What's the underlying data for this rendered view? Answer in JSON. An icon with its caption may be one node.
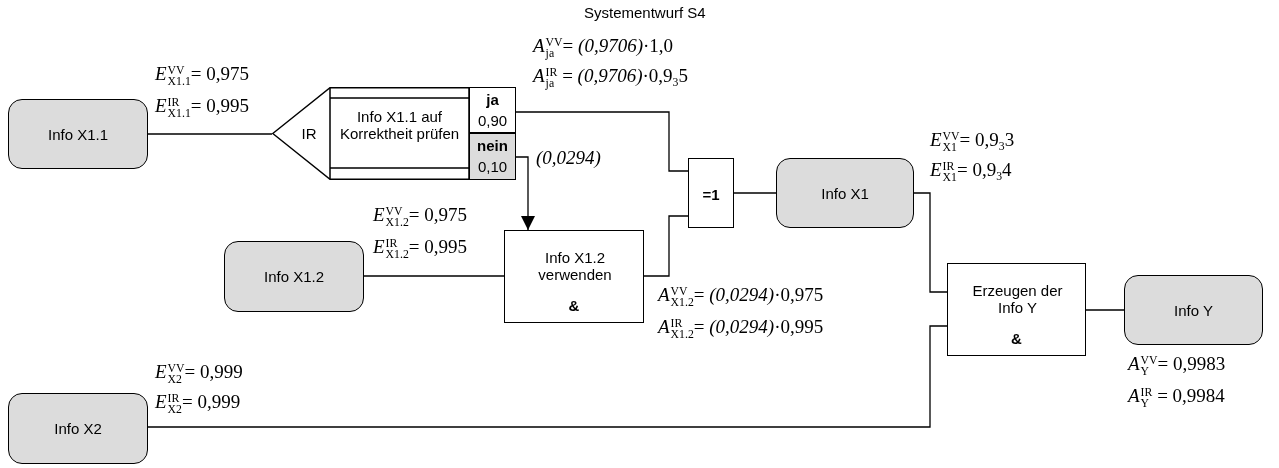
{
  "diagram": {
    "title": "Systementwurf S4",
    "nodes": [
      {
        "text": [
          "Info X1.1"
        ]
      },
      {
        "text": [
          "IR",
          "Info X1.1 auf Korrektheit prüfen"
        ]
      },
      {
        "text": [
          "ja",
          "0,90"
        ]
      },
      {
        "text": [
          "nein",
          "0,10"
        ]
      },
      {
        "text": [
          "=1"
        ]
      },
      {
        "text": [
          "Info X1"
        ]
      },
      {
        "text": [
          "Info X1.2"
        ]
      },
      {
        "text": [
          "Info X1.2 verwenden",
          "&"
        ]
      },
      {
        "text": [
          "Erzeugen der Info Y",
          "&"
        ]
      },
      {
        "text": [
          "Info Y"
        ]
      },
      {
        "text": [
          "Info X2"
        ]
      }
    ],
    "edges": [
      {
        "from": 0,
        "to": 1,
        "arrow": "none"
      },
      {
        "from": 2,
        "to": 4,
        "arrow": "none"
      },
      {
        "from": 3,
        "to": 7,
        "arrow": "to",
        "label": "(0,0294)"
      },
      {
        "from": 6,
        "to": 7,
        "arrow": "none"
      },
      {
        "from": 7,
        "to": 4,
        "arrow": "none"
      },
      {
        "from": 4,
        "to": 5,
        "arrow": "none"
      },
      {
        "from": 5,
        "to": 8,
        "arrow": "none"
      },
      {
        "from": 10,
        "to": 8,
        "arrow": "none"
      },
      {
        "from": 8,
        "to": 9,
        "arrow": "none"
      }
    ],
    "labels": [
      "*A*$^{VV}$$_{ja}$= *(0,9706)*·1,0",
      "*A*$^{IR}$$_{ja}$ = *(0,9706)*·0,9$_{3}$5",
      "*E*$^{VV}$$_{X1.1}$= 0,975",
      "*E*$^{IR}$$_{X1.1}$= 0,995",
      "*E*$^{VV}$$_{X1}$= 0,9$_{3}$3",
      "*E*$^{IR}$$_{X1}$= 0,9$_{3}$4",
      "*E*$^{VV}$$_{X1.2}$= 0,975",
      "*E*$^{IR}$$_{X1.2}$= 0,995",
      "*A*$^{VV}$$_{X1.2}$= *(0,0294)*·0,975",
      "*A*$^{IR}$$_{X1.2}$= *(0,0294)*·0,995",
      "*E*$^{VV}$$_{X2}$= 0,999",
      "*E*$^{IR}$$_{X2}$= 0,999",
      "*A*$^{VV}$$_{Y}$= 0,9983",
      "*A*$^{IR}$$_{Y}$ = 0,9984"
    ]
  }
}
